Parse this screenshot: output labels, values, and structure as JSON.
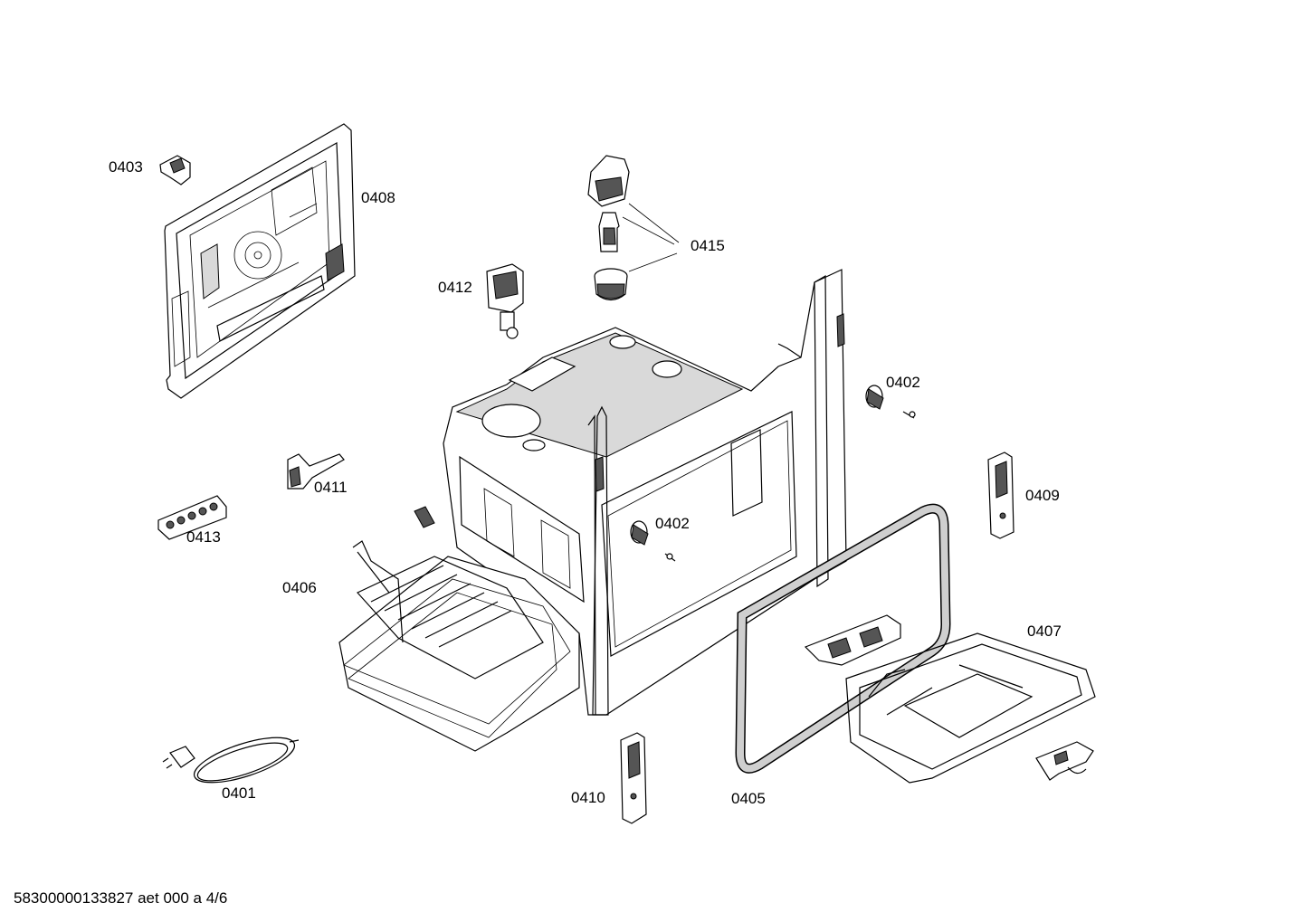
{
  "labels": {
    "p0401": "0401",
    "p0402a": "0402",
    "p0402b": "0402",
    "p0403": "0403",
    "p0405": "0405",
    "p0406": "0406",
    "p0407": "0407",
    "p0408": "0408",
    "p0409": "0409",
    "p0410": "0410",
    "p0411": "0411",
    "p0412": "0412",
    "p0413": "0413",
    "p0415": "0415"
  },
  "footer": "58300000133827 aet 000 a 4/6"
}
